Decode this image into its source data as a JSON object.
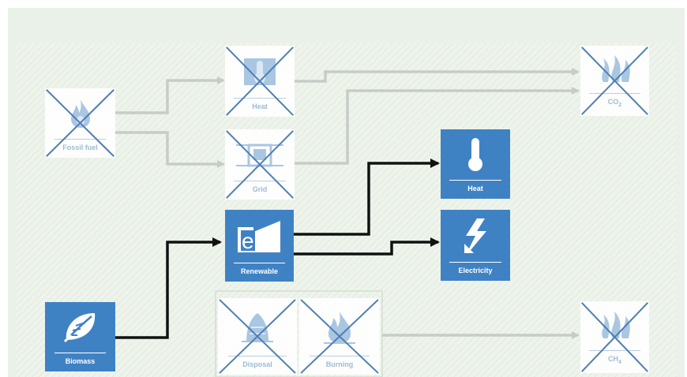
{
  "colors": {
    "accent": "#3f82c4",
    "faded_icon": "#a9c6e2",
    "cross": "#4f7eb3",
    "gray_arrow": "#c7ccc9",
    "black_arrow": "#111111",
    "panel_bg": "#e9f1e8",
    "hatch": "#e2ecdf"
  },
  "nodes": {
    "fossil_fuel": {
      "label": "Fossil fuel",
      "icon": "flame-icon",
      "crossed": true
    },
    "heat_gray": {
      "label": "Heat",
      "icon": "thermometer-icon",
      "crossed": true
    },
    "grid": {
      "label": "Grid",
      "icon": "grid-icon",
      "crossed": true
    },
    "co2": {
      "label": "CO",
      "sub": "2",
      "icon": "flames-icon",
      "crossed": true
    },
    "renewable": {
      "label": "Renewable",
      "icon": "factory-e-icon",
      "crossed": false
    },
    "heat": {
      "label": "Heat",
      "icon": "thermometer-icon",
      "crossed": false
    },
    "electricity": {
      "label": "Electricity",
      "icon": "lightning-icon",
      "crossed": false
    },
    "biomass": {
      "label": "Biomass",
      "icon": "biomass-icon",
      "crossed": false
    },
    "disposal": {
      "label": "Disposal",
      "icon": "disposal-icon",
      "crossed": true
    },
    "burning": {
      "label": "Burning",
      "icon": "flame-icon",
      "crossed": true
    },
    "ch4": {
      "label": "CH",
      "sub": "4",
      "icon": "flames-icon",
      "crossed": true
    }
  },
  "edges": [
    {
      "from": "fossil_fuel",
      "to": "heat_gray",
      "style": "gray"
    },
    {
      "from": "fossil_fuel",
      "to": "grid",
      "style": "gray"
    },
    {
      "from": "heat_gray",
      "to": "co2",
      "style": "gray"
    },
    {
      "from": "grid",
      "to": "co2",
      "style": "gray"
    },
    {
      "from": "burning",
      "to": "ch4",
      "style": "gray"
    },
    {
      "from": "biomass",
      "to": "renewable",
      "style": "black"
    },
    {
      "from": "renewable",
      "to": "heat",
      "style": "black"
    },
    {
      "from": "renewable",
      "to": "electricity",
      "style": "black"
    }
  ]
}
